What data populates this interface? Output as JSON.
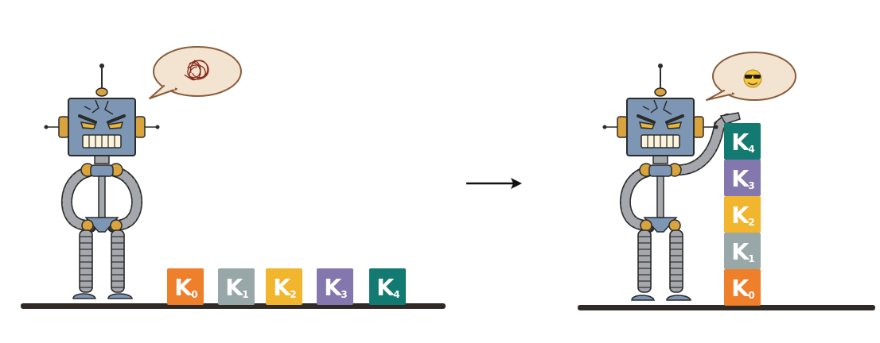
{
  "block_letter": "K",
  "colors": {
    "orange": "#EE7F2B",
    "gray": "#98A7A7",
    "yellow": "#F2B62E",
    "purple": "#8377AE",
    "teal": "#137A72",
    "robot_body": "#7D96B4",
    "robot_gold": "#D9A43E",
    "ground": "#2f2a25",
    "bubble": "#F3E4D1"
  },
  "left_panel": {
    "thought": "tangled-scribble-icon",
    "blocks": [
      {
        "sub": "0",
        "color": "#EE7F2B"
      },
      {
        "sub": "1",
        "color": "#98A7A7"
      },
      {
        "sub": "2",
        "color": "#F2B62E"
      },
      {
        "sub": "3",
        "color": "#8377AE"
      },
      {
        "sub": "4",
        "color": "#137A72"
      }
    ]
  },
  "right_panel": {
    "thought": "cool-sunglasses-emoji-icon",
    "stack_top_to_bottom": [
      {
        "sub": "4",
        "color": "#137A72"
      },
      {
        "sub": "3",
        "color": "#8377AE"
      },
      {
        "sub": "2",
        "color": "#F2B62E"
      },
      {
        "sub": "1",
        "color": "#98A7A7"
      },
      {
        "sub": "0",
        "color": "#EE7F2B"
      }
    ]
  },
  "transition": "right-arrow-icon"
}
